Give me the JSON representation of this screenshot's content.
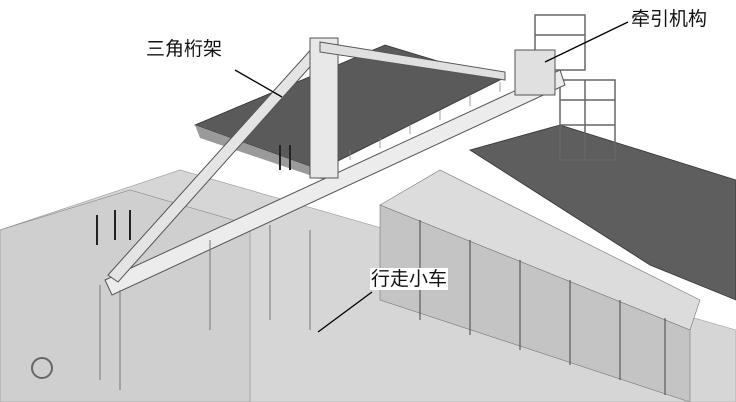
{
  "labels": {
    "truss": "三角桁架",
    "traction": "牵引机构",
    "trolley": "行走小车"
  },
  "colors": {
    "roof_dark": "#5a5a5a",
    "structure_light": "#e6e6e6",
    "ground": "#d0d0d0"
  }
}
